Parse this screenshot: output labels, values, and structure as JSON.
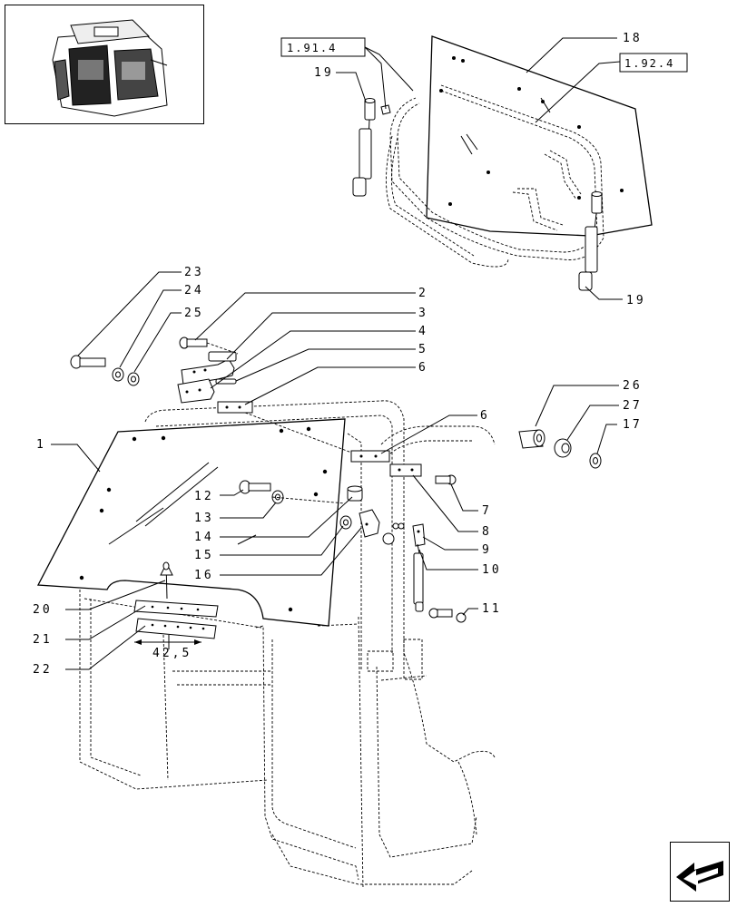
{
  "labels": {
    "p1": "1",
    "p2": "2",
    "p3": "3",
    "p4": "4",
    "p5": "5",
    "p6a": "6",
    "p6b": "6",
    "p7": "7",
    "p8": "8",
    "p9": "9",
    "p10": "10",
    "p11": "11",
    "p12": "12",
    "p13": "13",
    "p14": "14",
    "p15": "15",
    "p16": "16",
    "p17": "17",
    "p18": "18",
    "p19a": "19",
    "p19b": "19",
    "p20": "20",
    "p21": "21",
    "p22": "22",
    "p23": "23",
    "p24": "24",
    "p25": "25",
    "p26": "26",
    "p27": "27"
  },
  "references": {
    "ref1": "1.91.4",
    "ref2": "1.92.4"
  },
  "dimension": "42,5",
  "icons": {
    "thumbnail": "cab-overview-thumbnail",
    "navigation": "previous-page-arrow-icon"
  }
}
